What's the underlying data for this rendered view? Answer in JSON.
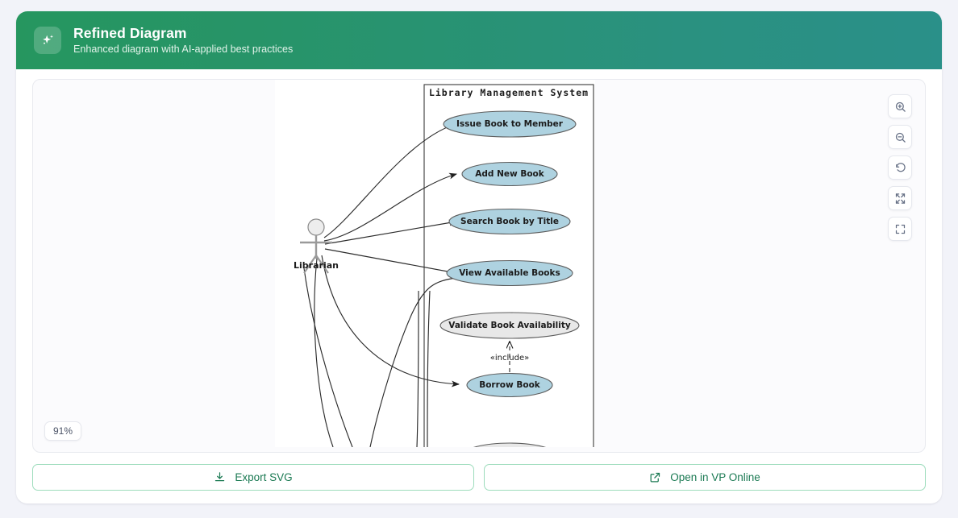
{
  "header": {
    "icon": "sparkles-icon",
    "title": "Refined Diagram",
    "subtitle": "Enhanced diagram with AI-applied best practices",
    "gradient_from": "#26965f",
    "gradient_to": "#2a9089"
  },
  "canvas": {
    "zoom_level": "91%",
    "controls": [
      {
        "name": "zoom-in-button",
        "icon": "zoom-in-icon"
      },
      {
        "name": "zoom-out-button",
        "icon": "zoom-out-icon"
      },
      {
        "name": "reset-view-button",
        "icon": "rotate-ccw-icon"
      },
      {
        "name": "expand-button",
        "icon": "maximize-arrows-icon"
      },
      {
        "name": "fit-screen-button",
        "icon": "fit-frame-icon"
      }
    ]
  },
  "diagram": {
    "type": "uml-use-case",
    "system_boundary_title": "Library Management System",
    "actors": [
      {
        "name": "Librarian"
      }
    ],
    "use_cases": [
      {
        "label": "Issue Book to Member",
        "fill": "#aed2e0"
      },
      {
        "label": "Add New Book",
        "fill": "#aed2e0"
      },
      {
        "label": "Search Book by Title",
        "fill": "#aed2e0"
      },
      {
        "label": "View Available Books",
        "fill": "#aed2e0"
      },
      {
        "label": "Validate Book Availability",
        "fill": "#e8e8e8"
      },
      {
        "label": "Borrow Book",
        "fill": "#aed2e0"
      }
    ],
    "relationships": [
      {
        "from": "Librarian",
        "to": "Issue Book to Member",
        "kind": "association"
      },
      {
        "from": "Librarian",
        "to": "Add New Book",
        "kind": "association"
      },
      {
        "from": "Librarian",
        "to": "Search Book by Title",
        "kind": "association"
      },
      {
        "from": "Librarian",
        "to": "View Available Books",
        "kind": "association"
      },
      {
        "from": "Librarian",
        "to": "Borrow Book",
        "kind": "association"
      },
      {
        "from": "Borrow Book",
        "to": "Validate Book Availability",
        "kind": "include",
        "stereotype": "«include»"
      }
    ],
    "include_stereotype": "«include»"
  },
  "footer": {
    "export_label": "Export SVG",
    "export_icon": "download-icon",
    "open_label": "Open in VP Online",
    "open_icon": "external-link-icon",
    "accent": "#1b7a53"
  }
}
